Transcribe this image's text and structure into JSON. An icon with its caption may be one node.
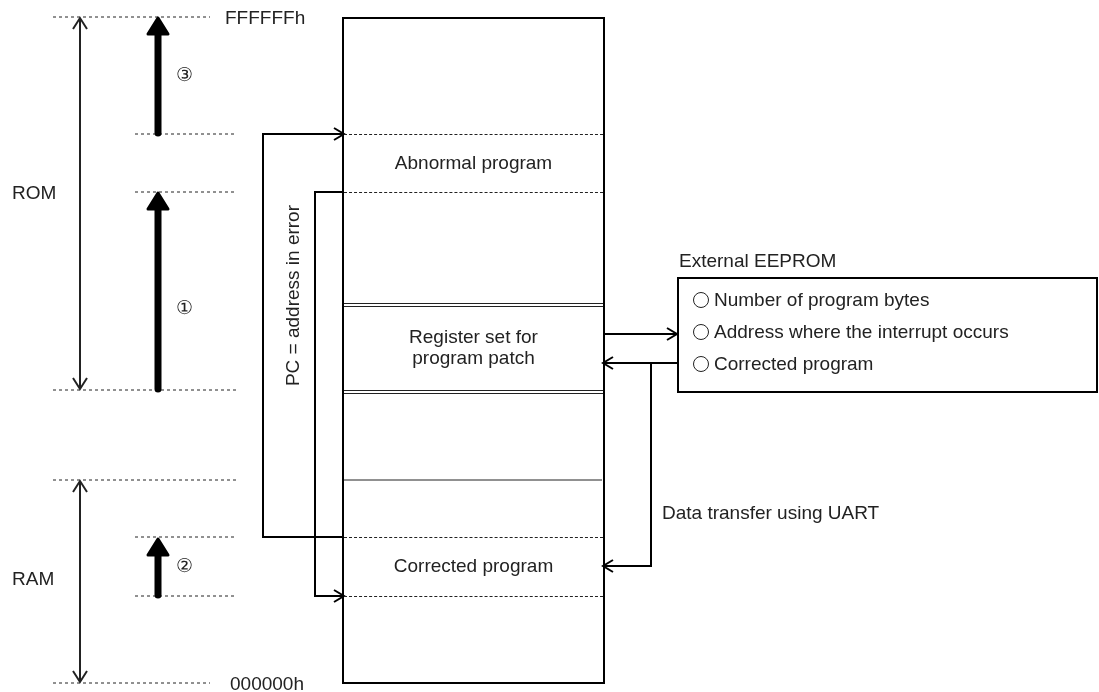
{
  "diagram": {
    "nodes": [
      {
        "text": [],
        "shape": "box"
      },
      {
        "text": [
          "Abnormal program"
        ],
        "in": 0
      },
      {
        "text": [
          "Register set for program patch"
        ],
        "in": 0
      },
      {
        "text": [
          "Corrected program"
        ],
        "in": 0
      },
      {
        "text": [
          "External EEPROM",
          "Number of program bytes",
          "Address where the interrupt occurs",
          "Corrected program"
        ]
      }
    ],
    "edges": [
      {
        "from": 2,
        "to": 4,
        "arrow": "to"
      },
      {
        "from": 4,
        "to": 2,
        "arrow": "to"
      },
      {
        "from": 4,
        "to": 3,
        "arrow": "to"
      },
      {
        "from": 3,
        "to": 1,
        "arrow": "to"
      },
      {
        "from": 1,
        "to": 3,
        "arrow": "to"
      }
    ],
    "labels": [
      "FFFFFFh",
      "③",
      "ROM",
      "PC = address in error",
      "①",
      "RAM",
      "②",
      "Data transfer using UART",
      "000000h"
    ]
  }
}
